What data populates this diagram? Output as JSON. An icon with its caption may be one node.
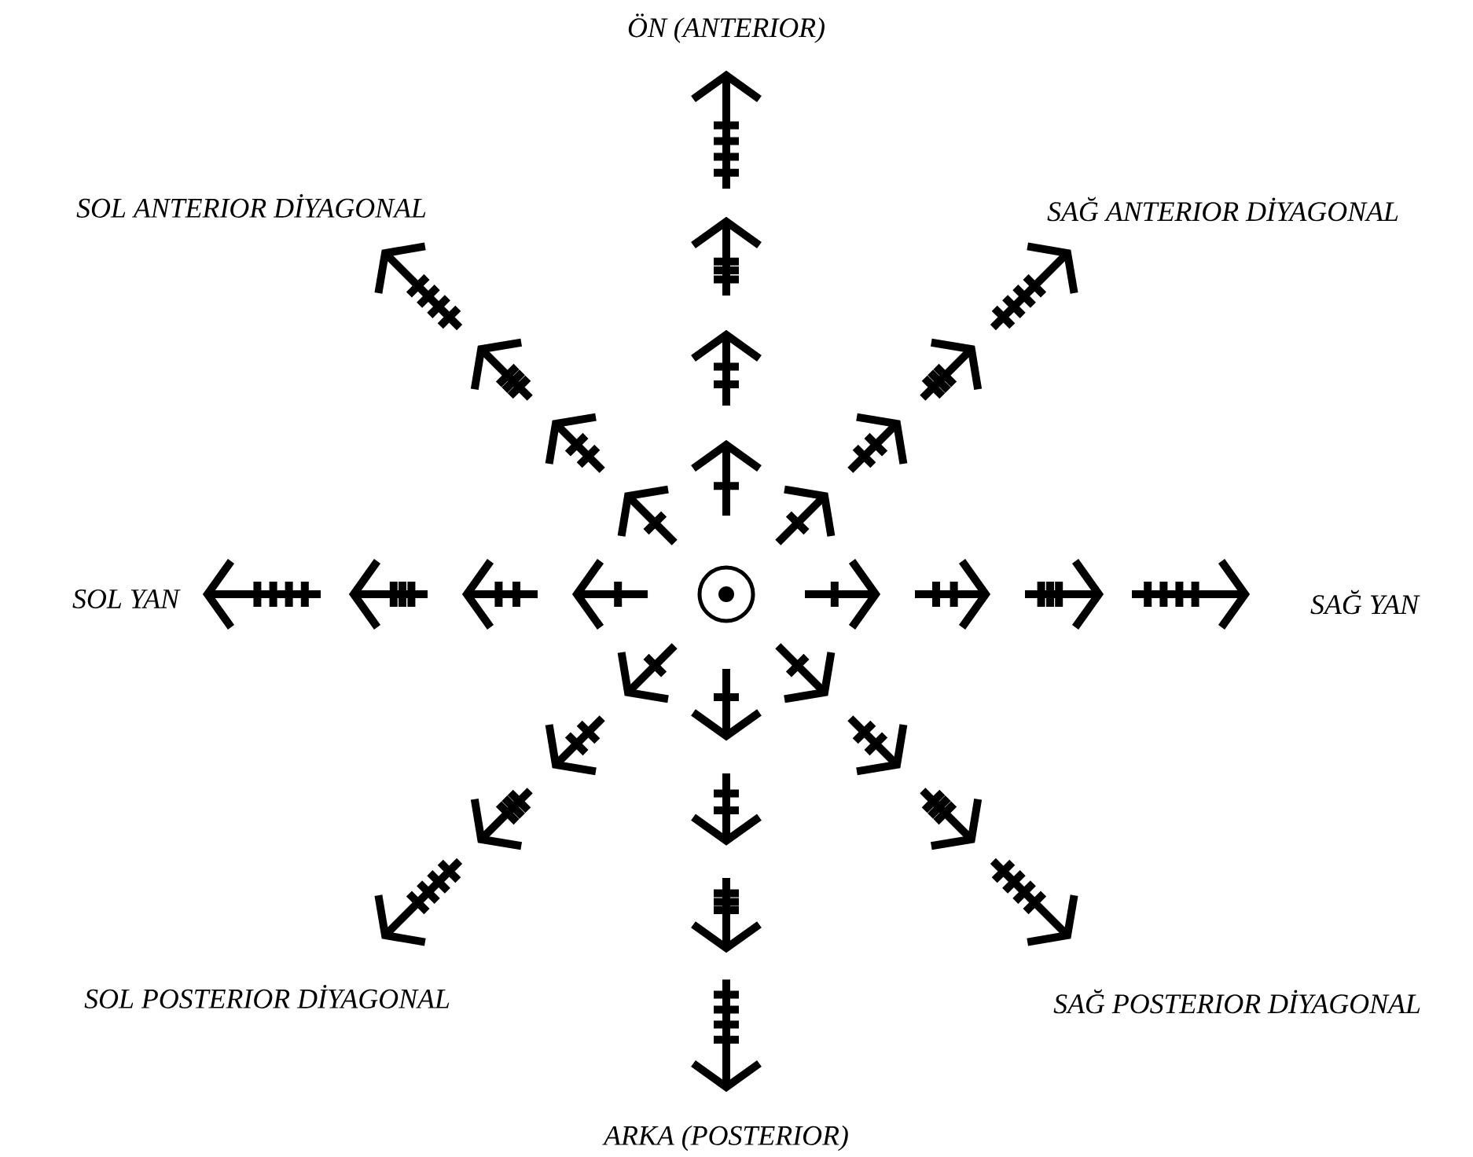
{
  "diagram": {
    "labels": [
      "ÖN (ANTERIOR)",
      "SOL ANTERIOR DİYAGONAL",
      "SAĞ ANTERIOR DİYAGONAL",
      "SOL YAN",
      "SAĞ YAN",
      "SOL POSTERIOR DİYAGONAL",
      "SAĞ POSTERIOR DİYAGONAL",
      "ARKA (POSTERIOR)"
    ]
  }
}
